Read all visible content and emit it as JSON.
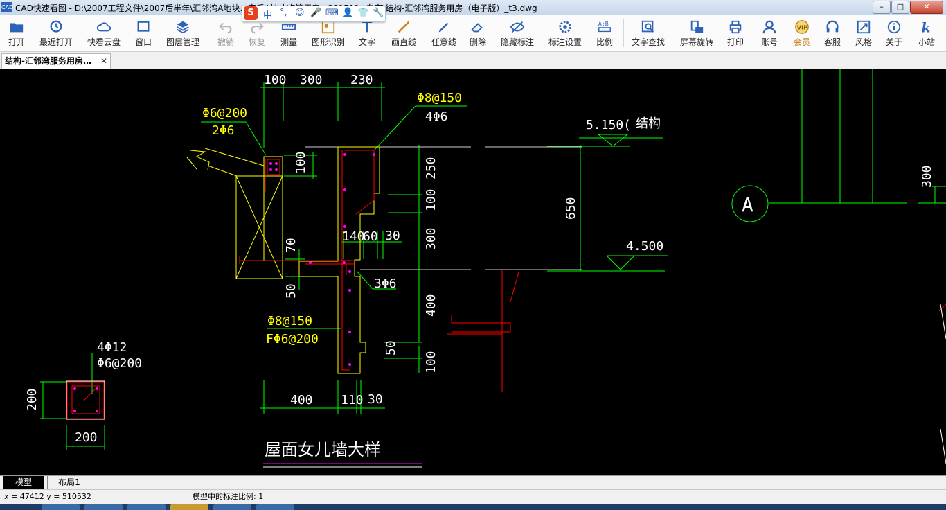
{
  "window": {
    "icon_text": "CAD",
    "title": "CAD快速看图 - D:\\2007工程文件\\2007后半年\\汇邻湾A地块...审后A地块临管用房...201711--自审\\结构-汇邻湾服务用房（电子版）_t3.dwg",
    "minimize": "–",
    "maximize": "□",
    "close": "✕"
  },
  "ime": {
    "logo": "S",
    "mode": "中",
    "punct": "°,",
    "items": [
      "☺",
      "🎤",
      "⌨",
      "👤",
      "👕",
      "🔧"
    ]
  },
  "toolbar": {
    "items": [
      {
        "id": "open",
        "label": "打开",
        "icon": "folder-icon"
      },
      {
        "id": "recent",
        "label": "最近打开",
        "icon": "recent-icon"
      },
      {
        "id": "cloud",
        "label": "快看云盘",
        "icon": "cloud-icon"
      },
      {
        "id": "window",
        "label": "窗口",
        "icon": "window-icon"
      },
      {
        "id": "layers",
        "label": "图层管理",
        "icon": "layers-icon"
      },
      {
        "id": "undo",
        "label": "撤销",
        "icon": "undo-icon"
      },
      {
        "id": "redo",
        "label": "恢复",
        "icon": "redo-icon"
      },
      {
        "id": "measure",
        "label": "测量",
        "icon": "measure-icon"
      },
      {
        "id": "shape",
        "label": "图形识别",
        "icon": "shape-icon"
      },
      {
        "id": "text",
        "label": "文字",
        "icon": "text-icon"
      },
      {
        "id": "line",
        "label": "画直线",
        "icon": "line-icon"
      },
      {
        "id": "freeline",
        "label": "任意线",
        "icon": "pen-icon"
      },
      {
        "id": "erase",
        "label": "删除",
        "icon": "eraser-icon"
      },
      {
        "id": "hide",
        "label": "隐藏标注",
        "icon": "eye-icon"
      },
      {
        "id": "annotset",
        "label": "标注设置",
        "icon": "settings-icon"
      },
      {
        "id": "ratio",
        "label": "比例",
        "icon": "ratio-icon"
      },
      {
        "id": "textfind",
        "label": "文字查找",
        "icon": "find-icon"
      },
      {
        "id": "rotate",
        "label": "屏幕旋转",
        "icon": "rotate-icon"
      },
      {
        "id": "print",
        "label": "打印",
        "icon": "print-icon"
      },
      {
        "id": "account",
        "label": "账号",
        "icon": "user-icon"
      },
      {
        "id": "vip",
        "label": "会员",
        "icon": "vip-icon"
      },
      {
        "id": "service",
        "label": "客服",
        "icon": "headset-icon"
      },
      {
        "id": "style",
        "label": "风格",
        "icon": "style-icon"
      },
      {
        "id": "about",
        "label": "关于",
        "icon": "info-icon"
      },
      {
        "id": "site",
        "label": "小站",
        "icon": "k-icon"
      }
    ]
  },
  "doc_tab": {
    "label": "结构-汇邻湾服务用房…",
    "close": "✕"
  },
  "drawing": {
    "dims_top": [
      "100",
      "300",
      "230"
    ],
    "rebar_left_top": "Φ6@200",
    "rebar_left_bottom": "2Φ6",
    "rebar_right_top": "Φ8@150",
    "rebar_right_bottom": "4Φ6",
    "elev_top": "5.150(",
    "elev_top_note": "结构",
    "elev_mid": "4.500",
    "dim_100_a": "100",
    "dim_250": "250",
    "dim_100_b": "100",
    "dim_300_v": "300",
    "dim_650": "650",
    "dim_140": "140",
    "dim_60": "60",
    "dim_30_a": "30",
    "dim_70": "70",
    "dim_50_a": "50",
    "rebar_3": "3Φ6",
    "dim_400_v": "400",
    "rebar_mid_top": "Φ8@150",
    "rebar_mid_bottom": "FΦ6@200",
    "dim_50_b": "50",
    "dim_100_c": "100",
    "dims_bottom": [
      "400",
      "110",
      "30"
    ],
    "col_rebar_top": "4Φ12",
    "col_rebar_bottom": "Φ6@200",
    "col_dim_v": "200",
    "col_dim_h": "200",
    "caption": "屋面女儿墙大样",
    "axis_label": "A",
    "dim_300_right": "300"
  },
  "layout_tabs": [
    "模型",
    "布局1"
  ],
  "status": {
    "coords": "x = 47412  y = 510532",
    "scale": "模型中的标注比例: 1"
  },
  "colors": {
    "canvas_bg": "#000000",
    "dim": "#00ff00",
    "wall": "#ffff00",
    "rebar": "#ff0000",
    "text": "#ffffff",
    "accent": "#2a63b8"
  }
}
